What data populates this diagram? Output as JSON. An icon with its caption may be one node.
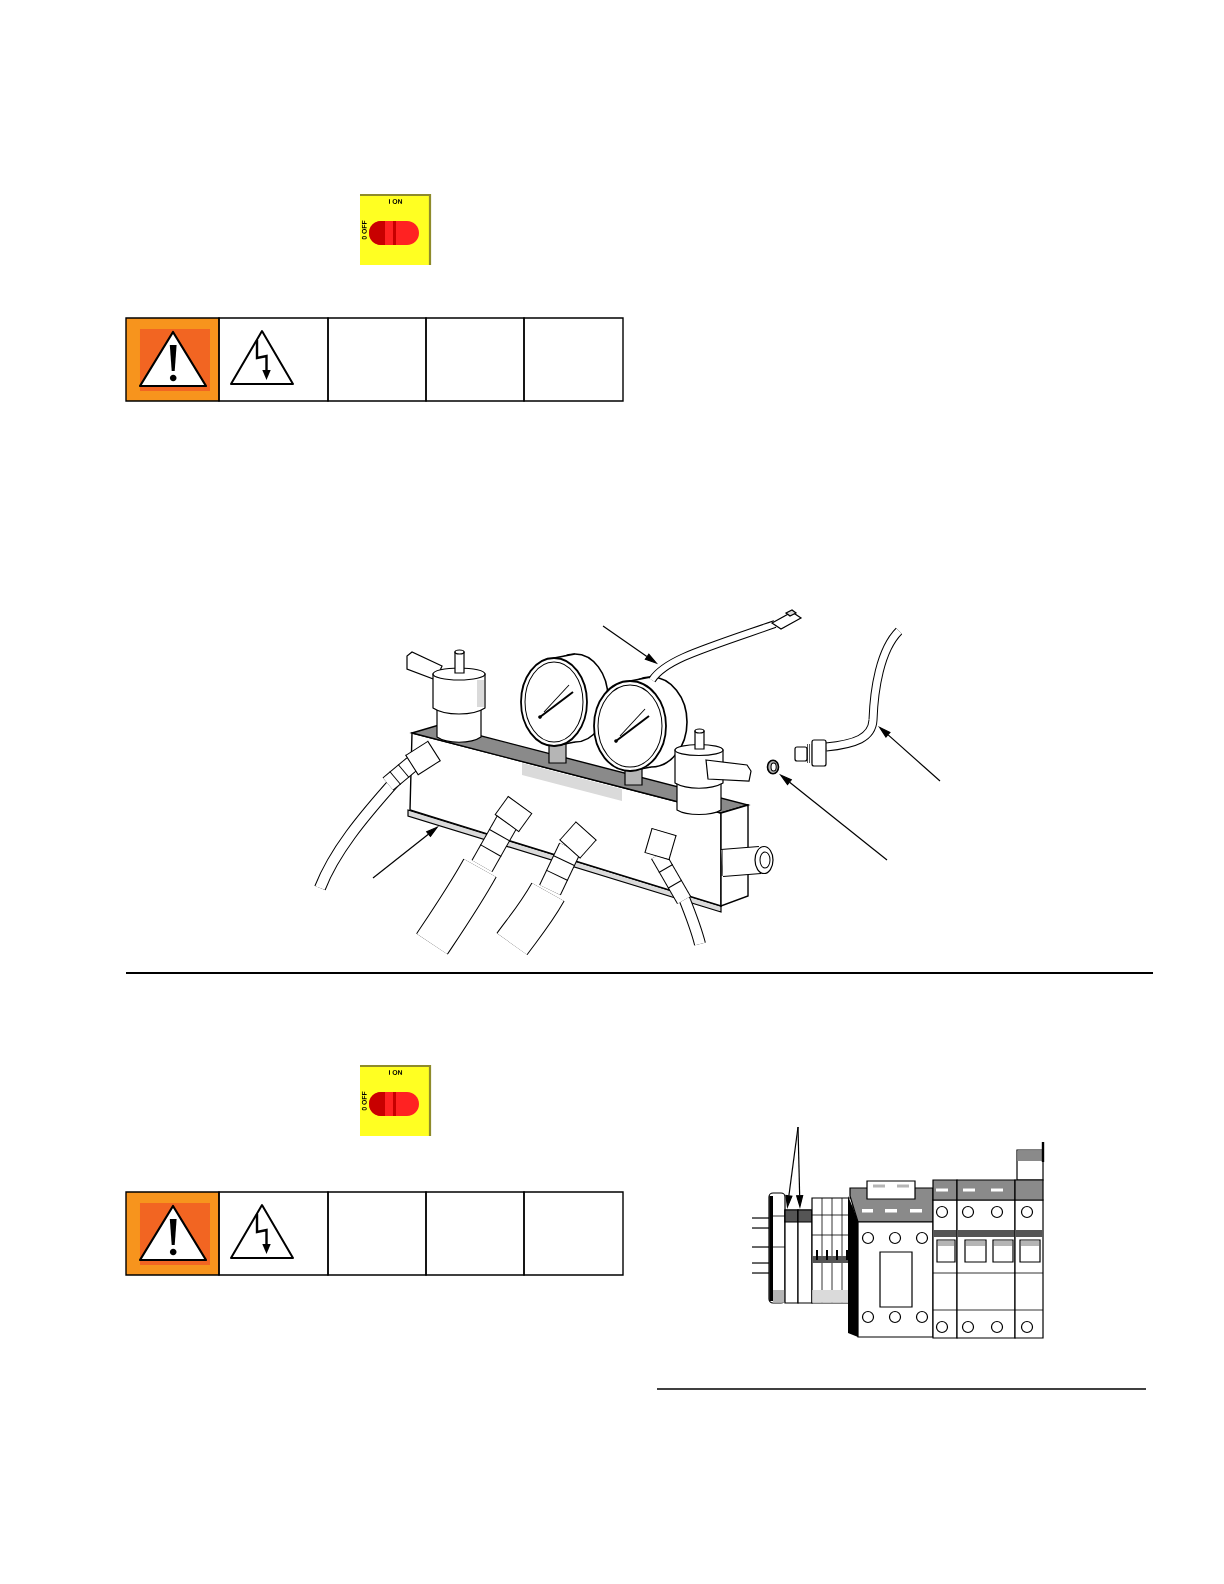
{
  "diagram": {
    "nodes": [
      {
        "text": [],
        "shape": "picture"
      },
      {
        "text": [],
        "shape": "picture"
      },
      {
        "text": [],
        "shape": "picture"
      },
      {
        "text": [],
        "shape": "picture"
      },
      {
        "text": [],
        "shape": "picture"
      },
      {
        "text": [],
        "shape": "picture"
      }
    ],
    "edges": [
      {
        "from": null,
        "to": 0,
        "arrow": "to"
      },
      {
        "from": null,
        "to": 1,
        "arrow": "to"
      },
      {
        "from": null,
        "to": 2,
        "arrow": "to"
      },
      {
        "from": null,
        "to": 3,
        "arrow": "to"
      },
      {
        "from": null,
        "to": 4,
        "arrow": "to"
      },
      {
        "from": null,
        "to": 5,
        "arrow": "to"
      }
    ],
    "labels": [
      "I ON",
      "0 OFF",
      "I ON",
      "0 OFF"
    ]
  }
}
